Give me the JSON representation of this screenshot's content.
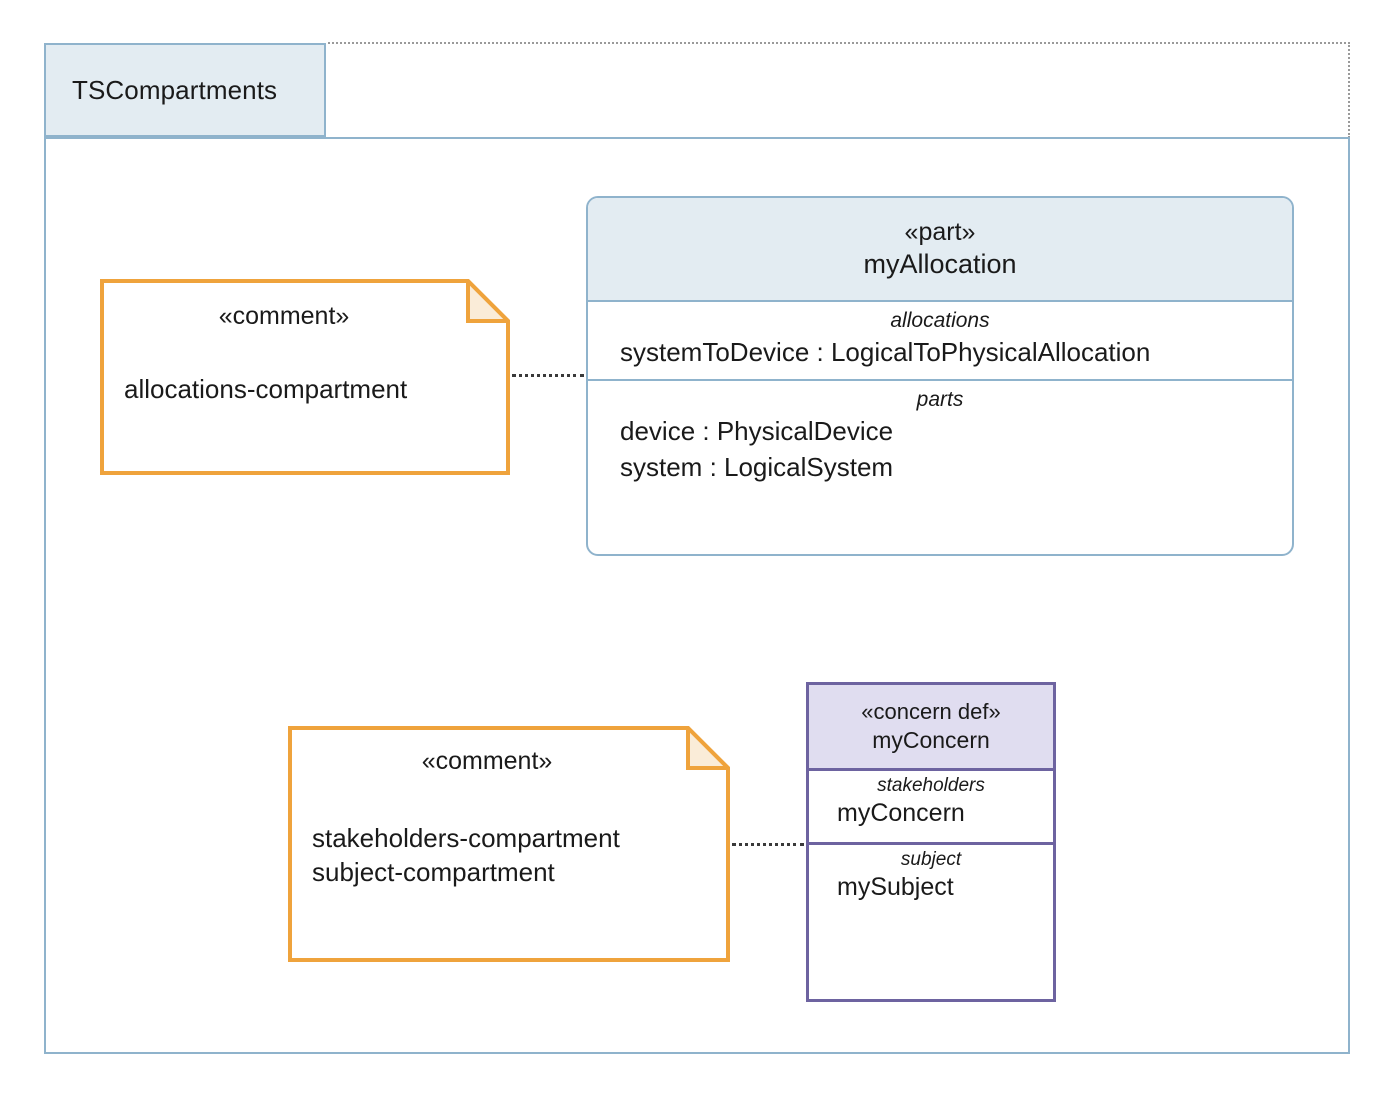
{
  "frame": {
    "title": "TSCompartments",
    "border_color": "#8fb3cc",
    "title_fill": "#e3ecf2",
    "dotted_color": "#9a9a9a"
  },
  "blocks": [
    {
      "id": "part-block",
      "stereotype": "«part»",
      "name": "myAllocation",
      "header_fill": "#e3ecf2",
      "border_color": "#8fb3cc",
      "compartments": [
        {
          "label": "allocations",
          "items": [
            "systemToDevice : LogicalToPhysicalAllocation"
          ]
        },
        {
          "label": "parts",
          "items": [
            "device : PhysicalDevice",
            "system : LogicalSystem"
          ]
        }
      ]
    },
    {
      "id": "concern-block",
      "stereotype": "«concern def»",
      "name": "myConcern",
      "header_fill": "#e0ddf0",
      "border_color": "#6d63a0",
      "compartments": [
        {
          "label": "stakeholders",
          "items": [
            "myConcern"
          ]
        },
        {
          "label": "subject",
          "items": [
            "mySubject"
          ]
        }
      ]
    }
  ],
  "notes": [
    {
      "id": "note-allocations",
      "stereotype": "«comment»",
      "lines": [
        "allocations-compartment"
      ],
      "border_color": "#efa33c",
      "fold_fill": "#faecd8"
    },
    {
      "id": "note-stakeholders",
      "stereotype": "«comment»",
      "lines": [
        "stakeholders-compartment",
        "subject-compartment"
      ],
      "border_color": "#efa33c",
      "fold_fill": "#faecd8"
    }
  ],
  "connectors": [
    {
      "id": "connector-allocations",
      "style": "dotted",
      "color": "#3a3a3a"
    },
    {
      "id": "connector-concern",
      "style": "dotted",
      "color": "#3a3a3a"
    }
  ]
}
